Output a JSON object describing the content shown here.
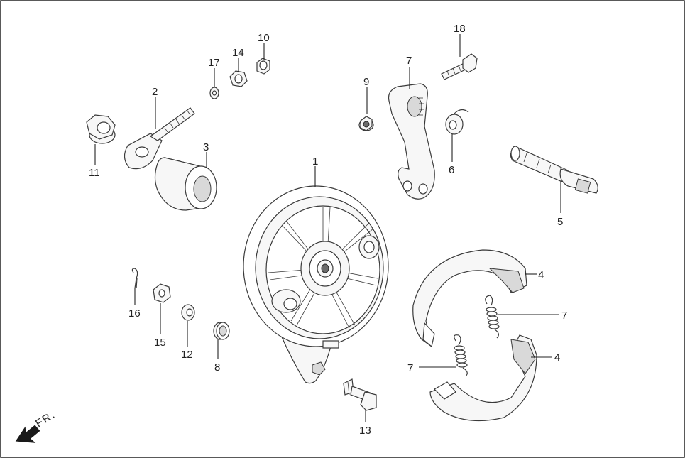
{
  "callouts": {
    "c1": "1",
    "c2": "2",
    "c3": "3",
    "c4a": "4",
    "c4b": "4",
    "c5": "5",
    "c6": "6",
    "c7a": "7",
    "c7b": "7",
    "c7c": "7",
    "c8": "8",
    "c9": "9",
    "c10": "10",
    "c11": "11",
    "c12": "12",
    "c13": "13",
    "c14": "14",
    "c15": "15",
    "c16": "16",
    "c17": "17",
    "c18": "18"
  },
  "direction_label": "FR."
}
